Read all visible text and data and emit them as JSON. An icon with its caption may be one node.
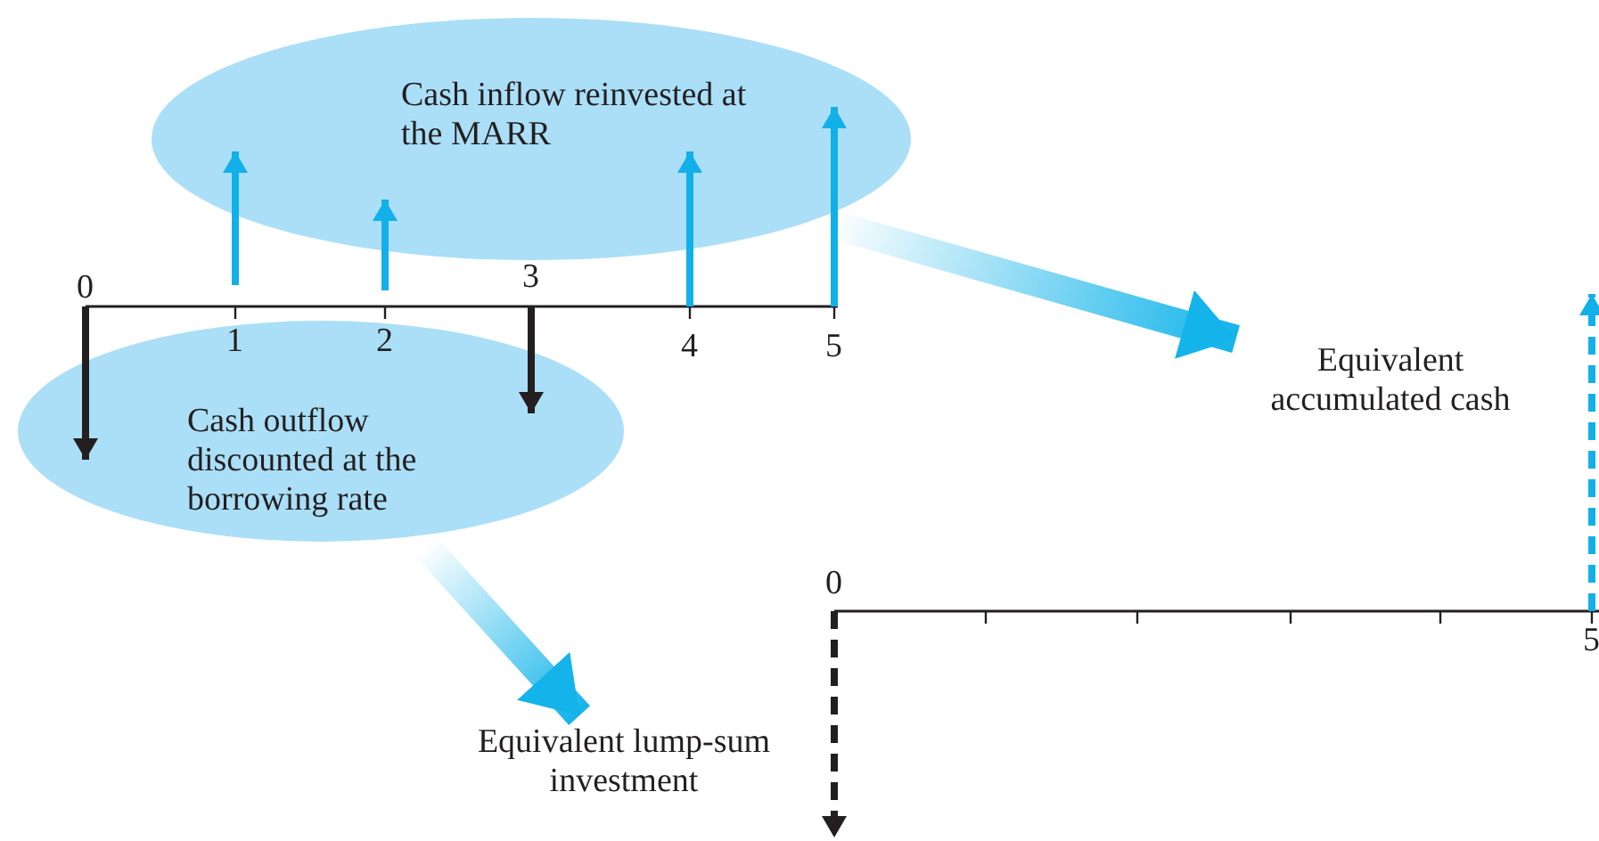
{
  "diagram": {
    "nodes": [
      {
        "text": [
          "Cash inflow reinvested at the MARR"
        ]
      },
      {
        "text": [
          "Cash outflow discounted at the borrowing rate"
        ]
      },
      {
        "text": [
          "Equivalent accumulated cash"
        ]
      },
      {
        "text": [
          "Equivalent lump-sum investment"
        ]
      }
    ],
    "edges": [
      {
        "from": 0,
        "to": 2,
        "arrow": "to"
      },
      {
        "from": 1,
        "to": 3,
        "arrow": "to"
      }
    ],
    "labels": [
      "0",
      "3",
      "1",
      "2",
      "4",
      "5",
      "0",
      "5"
    ]
  }
}
